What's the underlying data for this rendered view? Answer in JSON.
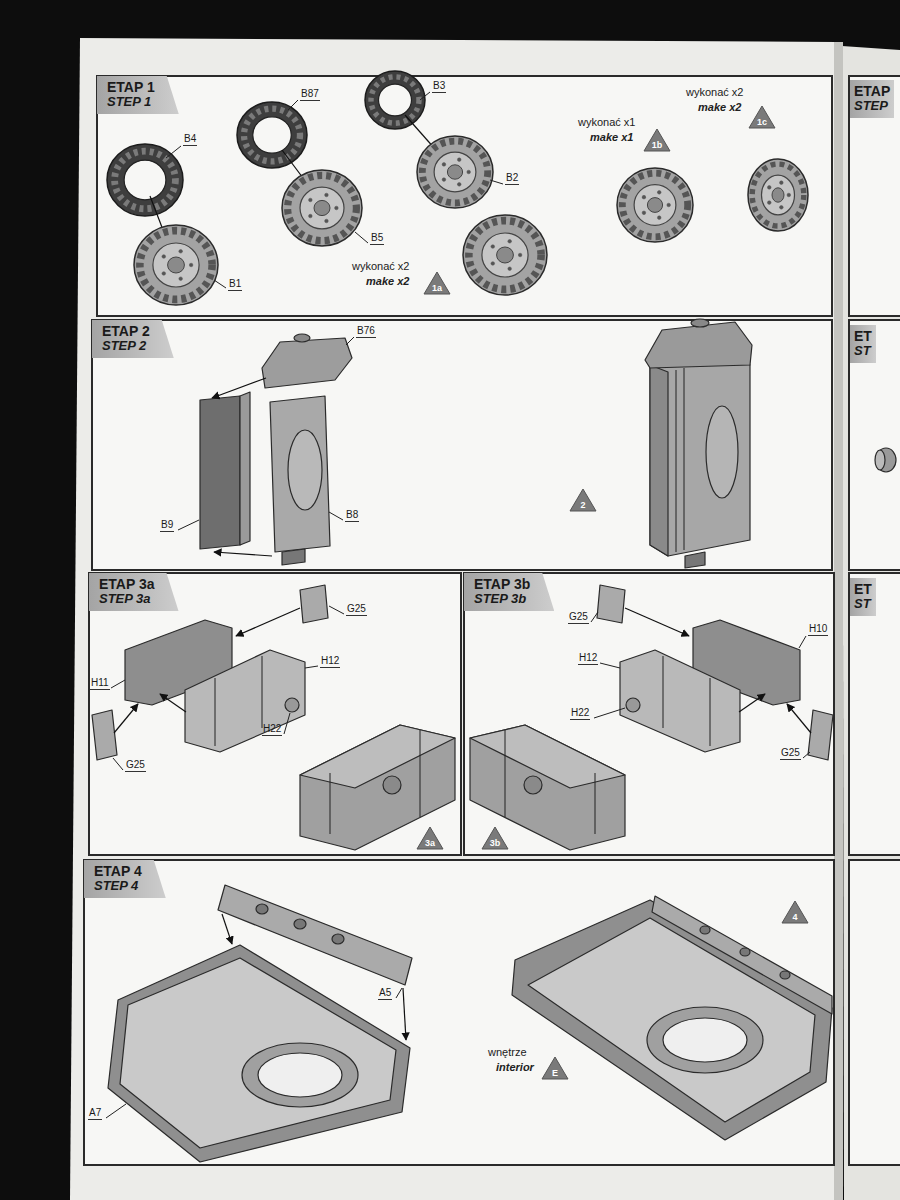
{
  "diagram": {
    "nodes": [
      {
        "text": [
          "ETAP 1",
          "STEP 1"
        ]
      },
      {
        "text": [
          "1a"
        ]
      },
      {
        "text": [
          "1b"
        ]
      },
      {
        "text": [
          "1c"
        ]
      },
      {
        "text": [
          "ETAP 2",
          "STEP 2"
        ]
      },
      {
        "text": [
          "2"
        ]
      },
      {
        "text": [
          "ETAP 3a",
          "STEP 3a"
        ]
      },
      {
        "text": [
          "3a"
        ]
      },
      {
        "text": [
          "ETAP 3b",
          "STEP 3b"
        ]
      },
      {
        "text": [
          "3b"
        ]
      },
      {
        "text": [
          "ETAP 4",
          "STEP 4"
        ]
      },
      {
        "text": [
          "4"
        ]
      },
      {
        "text": [
          "E"
        ]
      },
      {
        "text": [
          "ETAP",
          "STEP"
        ]
      },
      {
        "text": [
          "ET",
          "ST"
        ]
      },
      {
        "text": [
          "ET",
          "ST"
        ]
      }
    ],
    "labels": [
      "B4",
      "B87",
      "B3",
      "B1",
      "B5",
      "B2",
      "wykonać x2",
      "make x2",
      "wykonać x1",
      "make x1",
      "wykonać x2",
      "make x2",
      "B76",
      "B9",
      "B8",
      "G25",
      "H11",
      "H12",
      "H22",
      "G25",
      "G25",
      "H10",
      "H12",
      "H22",
      "G25",
      "A5",
      "A7",
      "wnętrze",
      "interior"
    ]
  }
}
